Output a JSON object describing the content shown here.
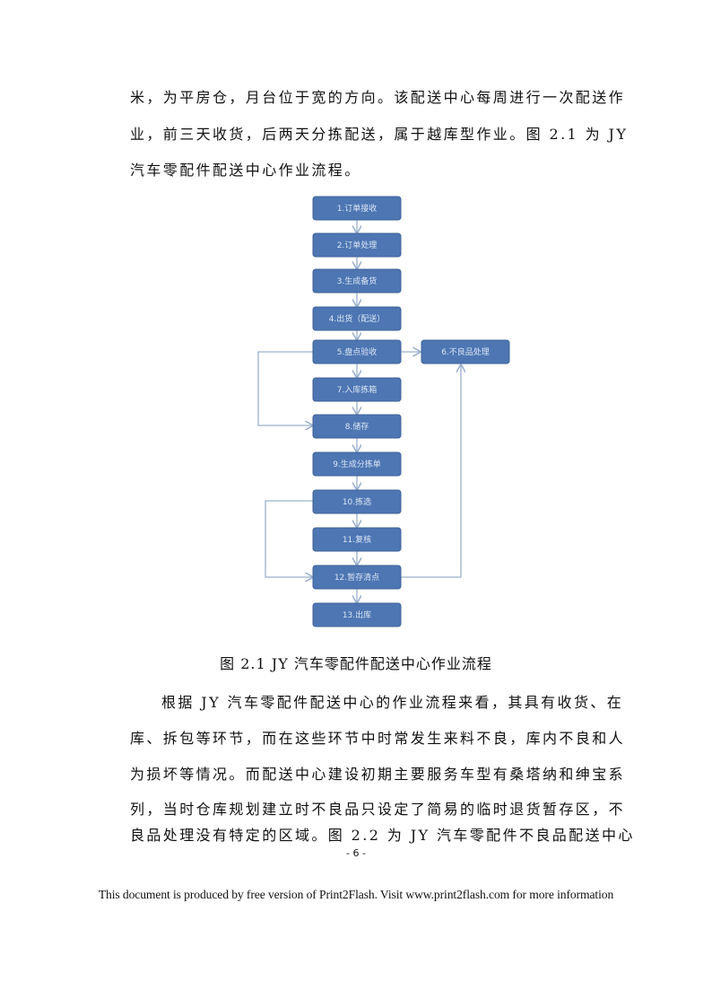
{
  "body": {
    "lines_top": [
      "米，为平房仓，月台位于宽的方向。该配送中心每周进行一次配送作",
      "业，前三天收货，后两天分拣配送，属于越库型作业。图 2.1 为 JY",
      "汽车零配件配送中心作业流程。"
    ],
    "lines_bottom": [
      "根据 JY 汽车零配件配送中心的作业流程来看，其具有收货、在",
      "库、拆包等环节，而在这些环节中时常发生来料不良，库内不良和人",
      "为损坏等情况。而配送中心建设初期主要服务车型有桑塔纳和绅宝系",
      "列，当时仓库规划建立时不良品只设定了简易的临时退货暂存区，不",
      "良品处理没有特定的区域。图 2.2 为 JY 汽车零配件不良品配送中心"
    ]
  },
  "flowchart": {
    "steps": [
      "1.订单接收",
      "2.订单处理",
      "3.生成备货",
      "4.出货（配送）",
      "5.盘点验收",
      "7.入库拣箱",
      "8.储存",
      "9.生成分拣单",
      "10.拣选",
      "11.复核",
      "12.暂存清点",
      "13.出库"
    ],
    "side_step": "6.不良品处理"
  },
  "caption": "图 2.1 JY 汽车零配件配送中心作业流程",
  "page_number": "- 6 -",
  "footer": "This document is produced by free version of Print2Flash. Visit www.print2flash.com for more information"
}
